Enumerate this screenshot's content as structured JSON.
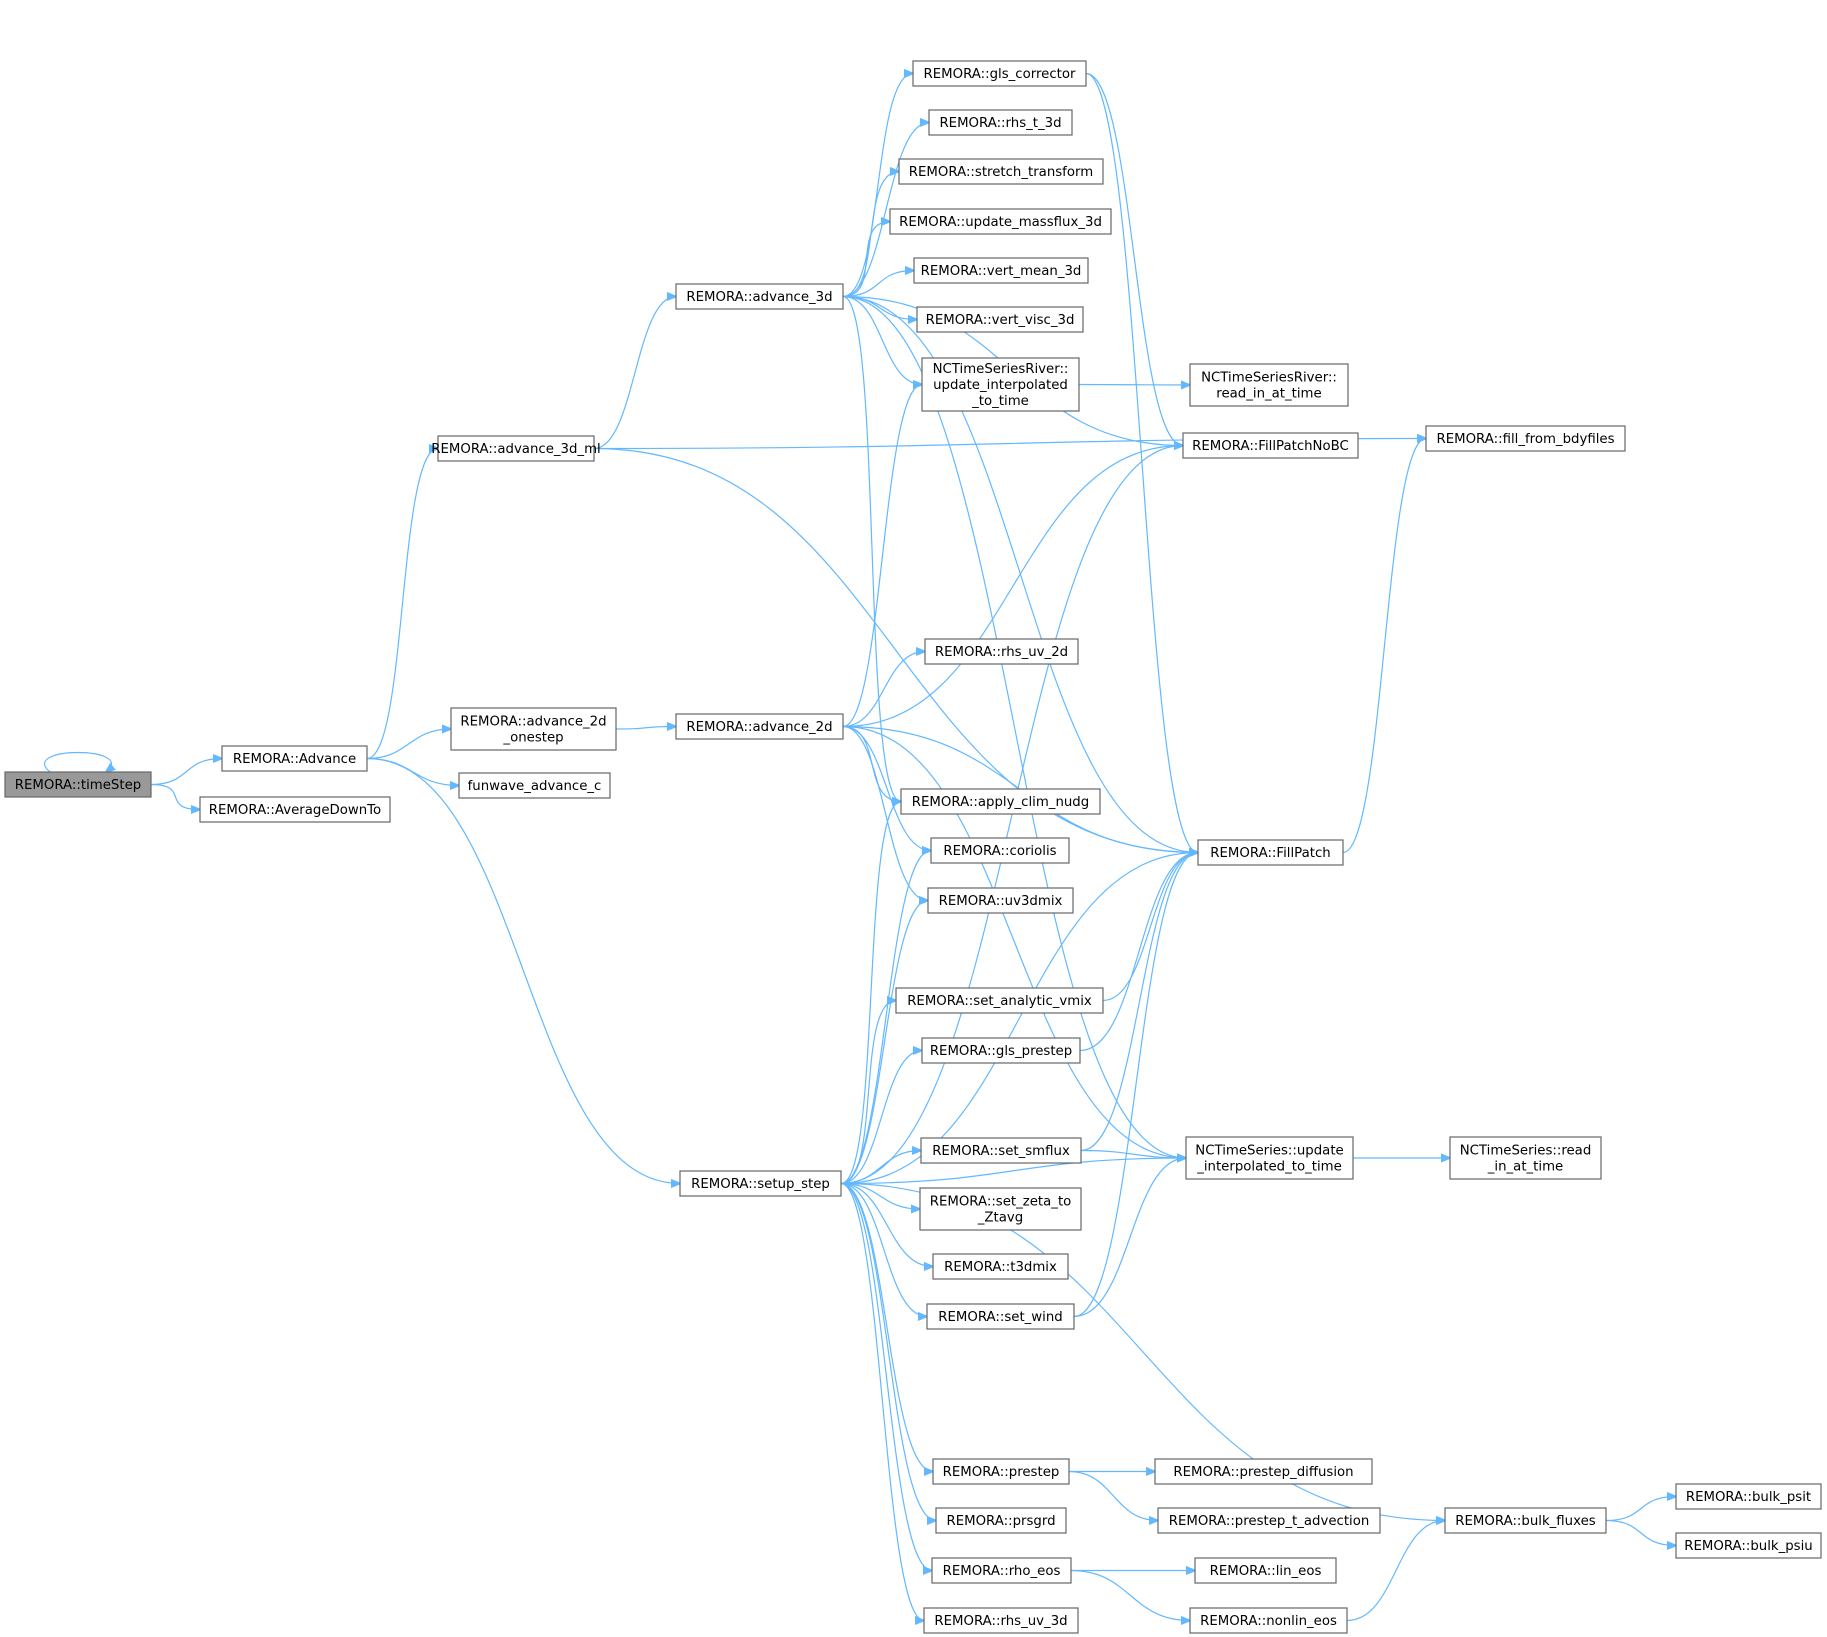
{
  "graph": {
    "nodes": [
      {
        "id": "timeStep",
        "lines": [
          "REMORA::timeStep"
        ],
        "root": true
      },
      {
        "id": "Advance",
        "lines": [
          "REMORA::Advance"
        ]
      },
      {
        "id": "AverageDownTo",
        "lines": [
          "REMORA::AverageDownTo"
        ]
      },
      {
        "id": "advance_3d_ml",
        "lines": [
          "REMORA::advance_3d_ml"
        ]
      },
      {
        "id": "advance_2d_onestep",
        "lines": [
          "REMORA::advance_2d",
          "_onestep"
        ]
      },
      {
        "id": "funwave",
        "lines": [
          "funwave_advance_c"
        ]
      },
      {
        "id": "setup_step",
        "lines": [
          "REMORA::setup_step"
        ]
      },
      {
        "id": "advance_3d",
        "lines": [
          "REMORA::advance_3d"
        ]
      },
      {
        "id": "advance_2d",
        "lines": [
          "REMORA::advance_2d"
        ]
      },
      {
        "id": "gls_corrector",
        "lines": [
          "REMORA::gls_corrector"
        ]
      },
      {
        "id": "rhs_t_3d",
        "lines": [
          "REMORA::rhs_t_3d"
        ]
      },
      {
        "id": "stretch_transform",
        "lines": [
          "REMORA::stretch_transform"
        ]
      },
      {
        "id": "update_massflux_3d",
        "lines": [
          "REMORA::update_massflux_3d"
        ]
      },
      {
        "id": "vert_mean_3d",
        "lines": [
          "REMORA::vert_mean_3d"
        ]
      },
      {
        "id": "vert_visc_3d",
        "lines": [
          "REMORA::vert_visc_3d"
        ]
      },
      {
        "id": "ncriver_update",
        "lines": [
          "NCTimeSeriesRiver::",
          "update_interpolated",
          "_to_time"
        ]
      },
      {
        "id": "rhs_uv_2d",
        "lines": [
          "REMORA::rhs_uv_2d"
        ]
      },
      {
        "id": "apply_clim_nudg",
        "lines": [
          "REMORA::apply_clim_nudg"
        ]
      },
      {
        "id": "coriolis",
        "lines": [
          "REMORA::coriolis"
        ]
      },
      {
        "id": "uv3dmix",
        "lines": [
          "REMORA::uv3dmix"
        ]
      },
      {
        "id": "set_analytic_vmix",
        "lines": [
          "REMORA::set_analytic_vmix"
        ]
      },
      {
        "id": "gls_prestep",
        "lines": [
          "REMORA::gls_prestep"
        ]
      },
      {
        "id": "set_smflux",
        "lines": [
          "REMORA::set_smflux"
        ]
      },
      {
        "id": "set_zeta_to_Ztavg",
        "lines": [
          "REMORA::set_zeta_to",
          "_Ztavg"
        ]
      },
      {
        "id": "t3dmix",
        "lines": [
          "REMORA::t3dmix"
        ]
      },
      {
        "id": "set_wind",
        "lines": [
          "REMORA::set_wind"
        ]
      },
      {
        "id": "prestep",
        "lines": [
          "REMORA::prestep"
        ]
      },
      {
        "id": "prsgrd",
        "lines": [
          "REMORA::prsgrd"
        ]
      },
      {
        "id": "rho_eos",
        "lines": [
          "REMORA::rho_eos"
        ]
      },
      {
        "id": "rhs_uv_3d",
        "lines": [
          "REMORA::rhs_uv_3d"
        ]
      },
      {
        "id": "ncriver_read",
        "lines": [
          "NCTimeSeriesRiver::",
          "read_in_at_time"
        ]
      },
      {
        "id": "FillPatchNoBC",
        "lines": [
          "REMORA::FillPatchNoBC"
        ]
      },
      {
        "id": "FillPatch",
        "lines": [
          "REMORA::FillPatch"
        ]
      },
      {
        "id": "nc_update",
        "lines": [
          "NCTimeSeries::update",
          "_interpolated_to_time"
        ]
      },
      {
        "id": "prestep_diffusion",
        "lines": [
          "REMORA::prestep_diffusion"
        ]
      },
      {
        "id": "prestep_t_advection",
        "lines": [
          "REMORA::prestep_t_advection"
        ]
      },
      {
        "id": "lin_eos",
        "lines": [
          "REMORA::lin_eos"
        ]
      },
      {
        "id": "nonlin_eos",
        "lines": [
          "REMORA::nonlin_eos"
        ]
      },
      {
        "id": "fill_from_bdyfiles",
        "lines": [
          "REMORA::fill_from_bdyfiles"
        ]
      },
      {
        "id": "nc_read",
        "lines": [
          "NCTimeSeries::read",
          "_in_at_time"
        ]
      },
      {
        "id": "bulk_fluxes",
        "lines": [
          "REMORA::bulk_fluxes"
        ]
      },
      {
        "id": "bulk_psit",
        "lines": [
          "REMORA::bulk_psit"
        ]
      },
      {
        "id": "bulk_psiu",
        "lines": [
          "REMORA::bulk_psiu"
        ]
      }
    ],
    "edges": [
      [
        "timeStep",
        "timeStep"
      ],
      [
        "timeStep",
        "Advance"
      ],
      [
        "timeStep",
        "AverageDownTo"
      ],
      [
        "Advance",
        "advance_3d_ml"
      ],
      [
        "Advance",
        "advance_2d_onestep"
      ],
      [
        "Advance",
        "funwave"
      ],
      [
        "Advance",
        "setup_step"
      ],
      [
        "advance_3d_ml",
        "advance_3d"
      ],
      [
        "advance_3d_ml",
        "fill_from_bdyfiles"
      ],
      [
        "advance_3d_ml",
        "FillPatch"
      ],
      [
        "advance_2d_onestep",
        "advance_2d"
      ],
      [
        "advance_3d",
        "gls_corrector"
      ],
      [
        "advance_3d",
        "rhs_t_3d"
      ],
      [
        "advance_3d",
        "stretch_transform"
      ],
      [
        "advance_3d",
        "update_massflux_3d"
      ],
      [
        "advance_3d",
        "vert_mean_3d"
      ],
      [
        "advance_3d",
        "vert_visc_3d"
      ],
      [
        "advance_3d",
        "ncriver_update"
      ],
      [
        "advance_3d",
        "FillPatchNoBC"
      ],
      [
        "advance_3d",
        "FillPatch"
      ],
      [
        "advance_3d",
        "nc_update"
      ],
      [
        "advance_3d",
        "apply_clim_nudg"
      ],
      [
        "gls_corrector",
        "FillPatchNoBC"
      ],
      [
        "gls_corrector",
        "FillPatch"
      ],
      [
        "ncriver_update",
        "ncriver_read"
      ],
      [
        "advance_2d",
        "ncriver_update"
      ],
      [
        "advance_2d",
        "FillPatchNoBC"
      ],
      [
        "advance_2d",
        "rhs_uv_2d"
      ],
      [
        "advance_2d",
        "FillPatch"
      ],
      [
        "advance_2d",
        "nc_update"
      ],
      [
        "advance_2d",
        "apply_clim_nudg"
      ],
      [
        "advance_2d",
        "coriolis"
      ],
      [
        "advance_2d",
        "uv3dmix"
      ],
      [
        "FillPatch",
        "fill_from_bdyfiles"
      ],
      [
        "setup_step",
        "apply_clim_nudg"
      ],
      [
        "setup_step",
        "coriolis"
      ],
      [
        "setup_step",
        "uv3dmix"
      ],
      [
        "setup_step",
        "FillPatchNoBC"
      ],
      [
        "setup_step",
        "set_analytic_vmix"
      ],
      [
        "setup_step",
        "gls_prestep"
      ],
      [
        "setup_step",
        "FillPatch"
      ],
      [
        "setup_step",
        "set_smflux"
      ],
      [
        "setup_step",
        "set_zeta_to_Ztavg"
      ],
      [
        "setup_step",
        "t3dmix"
      ],
      [
        "setup_step",
        "set_wind"
      ],
      [
        "setup_step",
        "nc_update"
      ],
      [
        "setup_step",
        "bulk_fluxes"
      ],
      [
        "setup_step",
        "prestep"
      ],
      [
        "setup_step",
        "prsgrd"
      ],
      [
        "setup_step",
        "rho_eos"
      ],
      [
        "setup_step",
        "rhs_uv_3d"
      ],
      [
        "set_analytic_vmix",
        "FillPatch"
      ],
      [
        "gls_prestep",
        "FillPatch"
      ],
      [
        "set_smflux",
        "FillPatch"
      ],
      [
        "set_smflux",
        "nc_update"
      ],
      [
        "set_wind",
        "FillPatch"
      ],
      [
        "set_wind",
        "nc_update"
      ],
      [
        "nc_update",
        "nc_read"
      ],
      [
        "prestep",
        "prestep_diffusion"
      ],
      [
        "prestep",
        "prestep_t_advection"
      ],
      [
        "rho_eos",
        "lin_eos"
      ],
      [
        "rho_eos",
        "nonlin_eos"
      ],
      [
        "nonlin_eos",
        "bulk_fluxes"
      ],
      [
        "bulk_fluxes",
        "bulk_psit"
      ],
      [
        "bulk_fluxes",
        "bulk_psiu"
      ]
    ]
  }
}
